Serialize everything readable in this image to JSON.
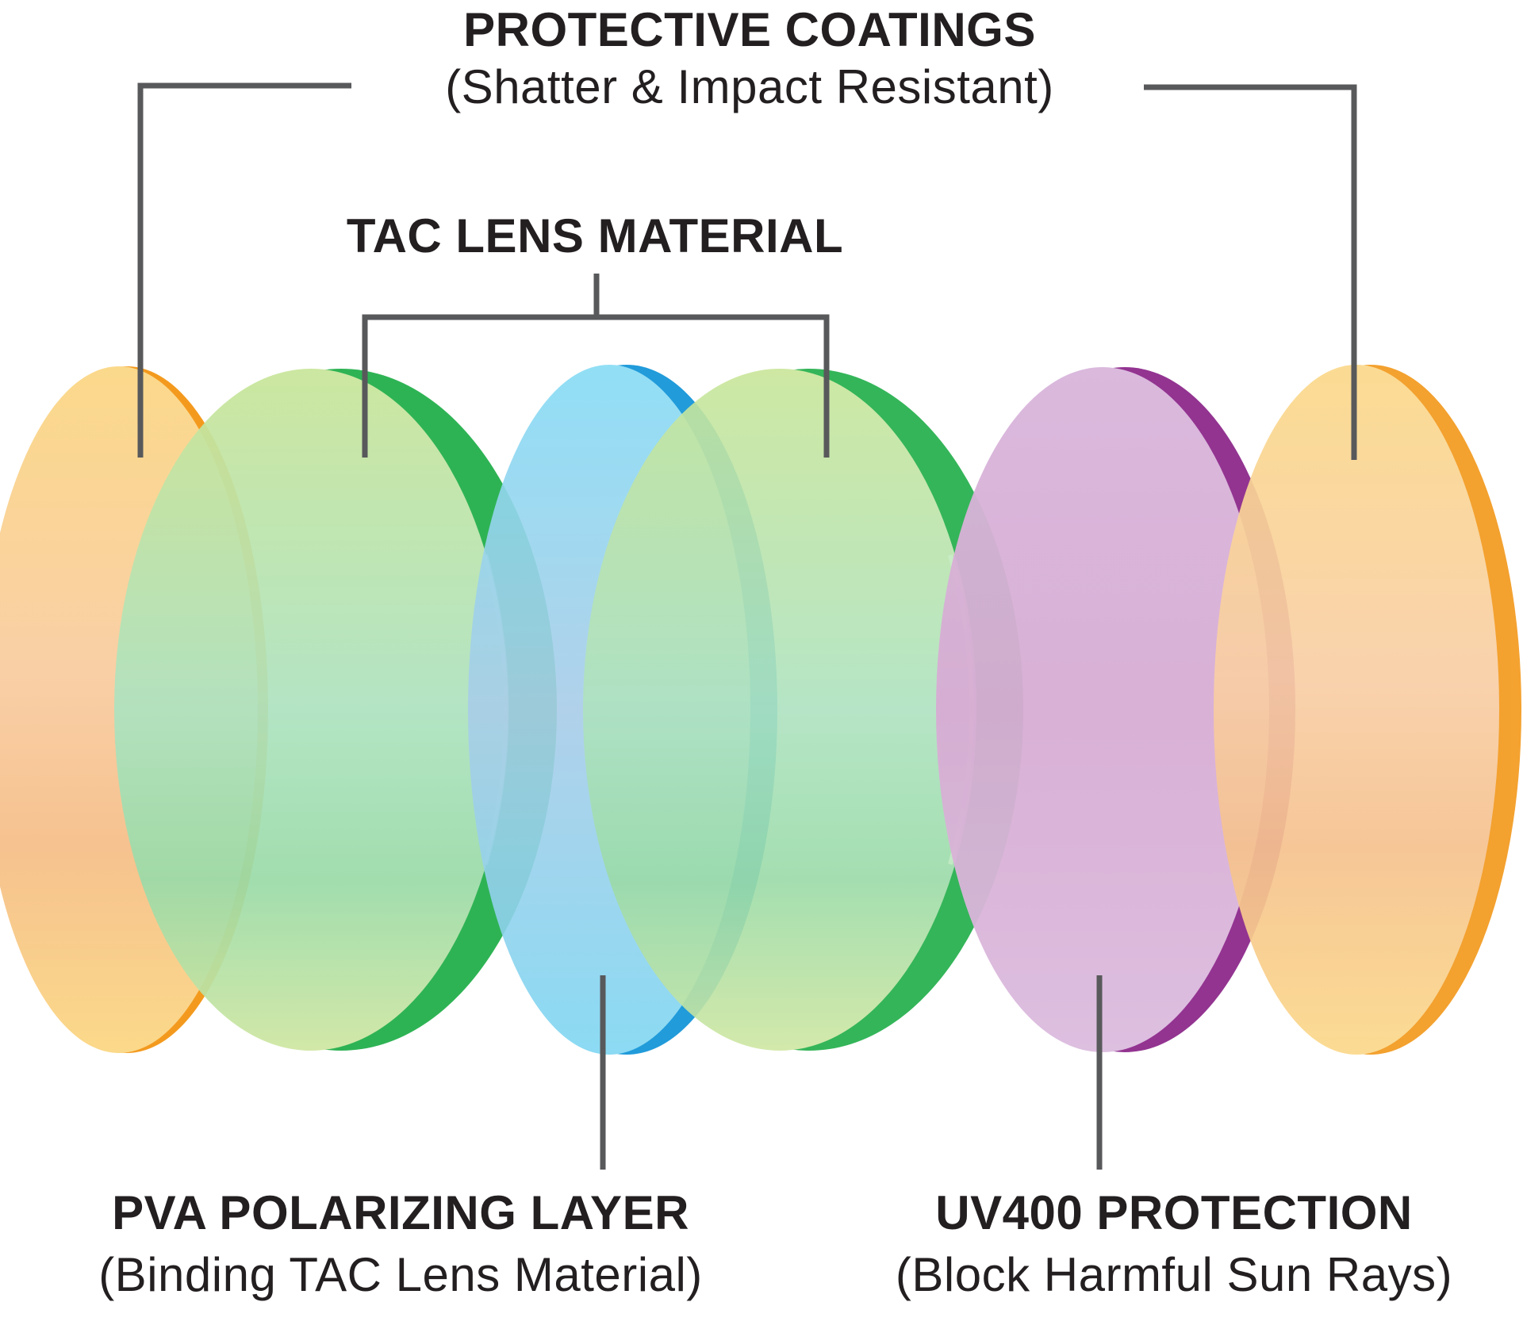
{
  "labels": {
    "protective_title": "PROTECTIVE COATINGS",
    "protective_sub": "(Shatter & Impact Resistant)",
    "tac_title": "TAC LENS MATERIAL",
    "pva_title": "PVA POLARIZING LAYER",
    "pva_sub": "(Binding TAC Lens Material)",
    "uv_title": "UV400 PROTECTION",
    "uv_sub": "(Block Harmful Sun Rays)"
  },
  "layers": [
    {
      "name": "protective-coating-front",
      "color": "#f7c98b",
      "edge": "#f39a1e"
    },
    {
      "name": "tac-lens-front",
      "color": "#a8dba0",
      "edge": "#1fae48"
    },
    {
      "name": "pva-polarizing-layer",
      "color": "#8fd0ee",
      "edge": "#0a91d6"
    },
    {
      "name": "tac-lens-back",
      "color": "#a8dba0",
      "edge": "#1fae48"
    },
    {
      "name": "uv400-layer",
      "color": "#d6a7d3",
      "edge": "#8e2a8c"
    },
    {
      "name": "protective-coating-back",
      "color": "#f7c98b",
      "edge": "#f39a1e"
    }
  ],
  "colors": {
    "text": "#231f20",
    "connector": "#58595b"
  }
}
